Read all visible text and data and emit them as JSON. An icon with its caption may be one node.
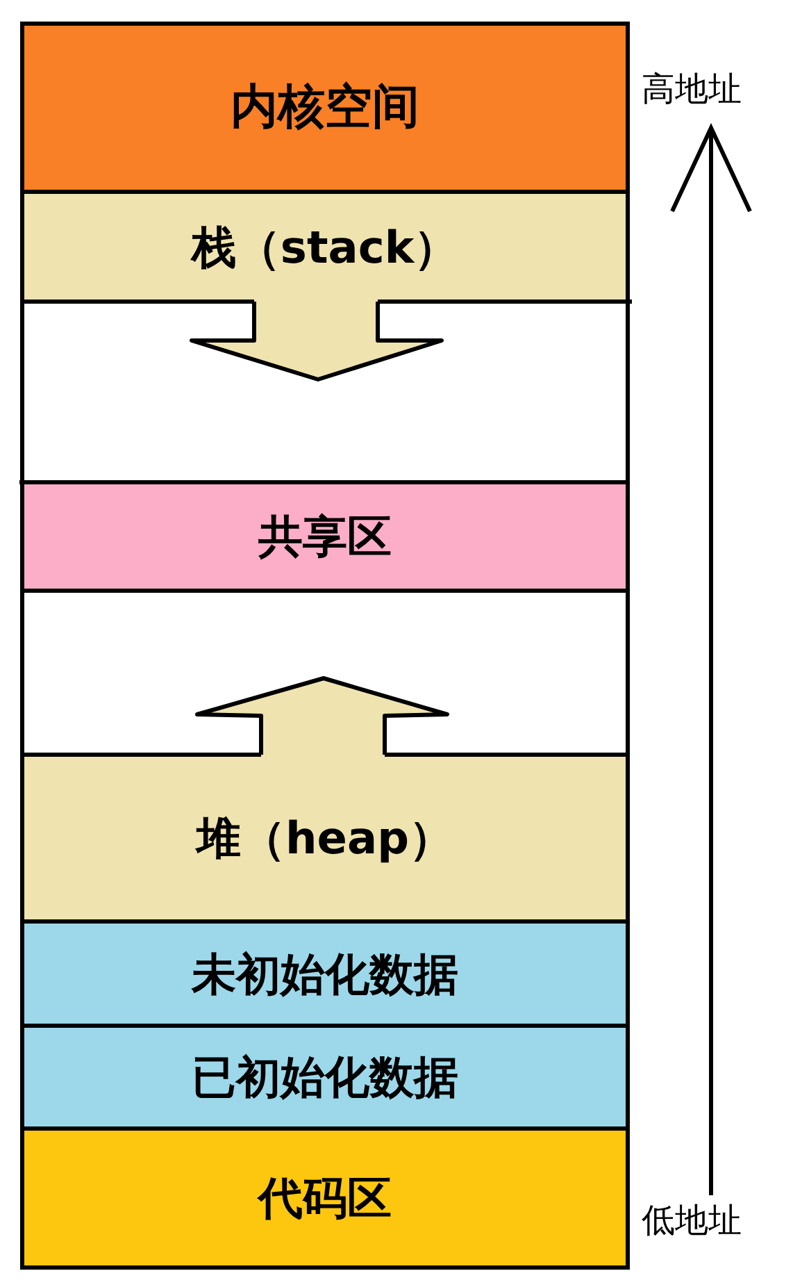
{
  "diagram": {
    "nodes": [
      {
        "text": [
          "内核空间"
        ]
      },
      {
        "text": [
          "栈（stack）"
        ]
      },
      {
        "text": [
          "共享区"
        ]
      },
      {
        "text": [
          "堆（heap）"
        ]
      },
      {
        "text": [
          "未初始化数据"
        ]
      },
      {
        "text": [
          "已初始化数据"
        ]
      },
      {
        "text": [
          "代码区"
        ]
      }
    ],
    "edges": [],
    "labels": [
      "高地址",
      "低地址"
    ]
  }
}
